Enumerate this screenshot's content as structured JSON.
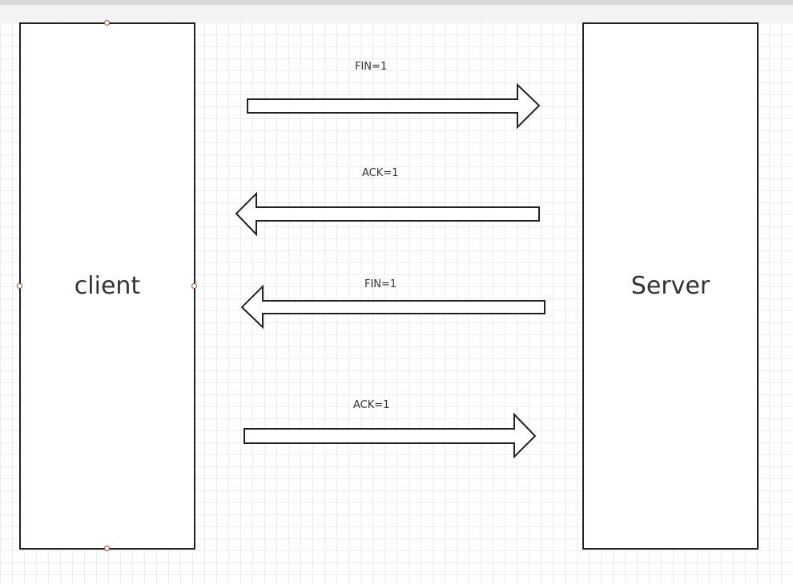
{
  "diagram": {
    "client_label": "client",
    "server_label": "Server",
    "messages": [
      {
        "label": "FIN=1",
        "direction": "right"
      },
      {
        "label": "ACK=1",
        "direction": "left"
      },
      {
        "label": "FIN=1",
        "direction": "left"
      },
      {
        "label": "ACK=1",
        "direction": "right"
      }
    ]
  }
}
